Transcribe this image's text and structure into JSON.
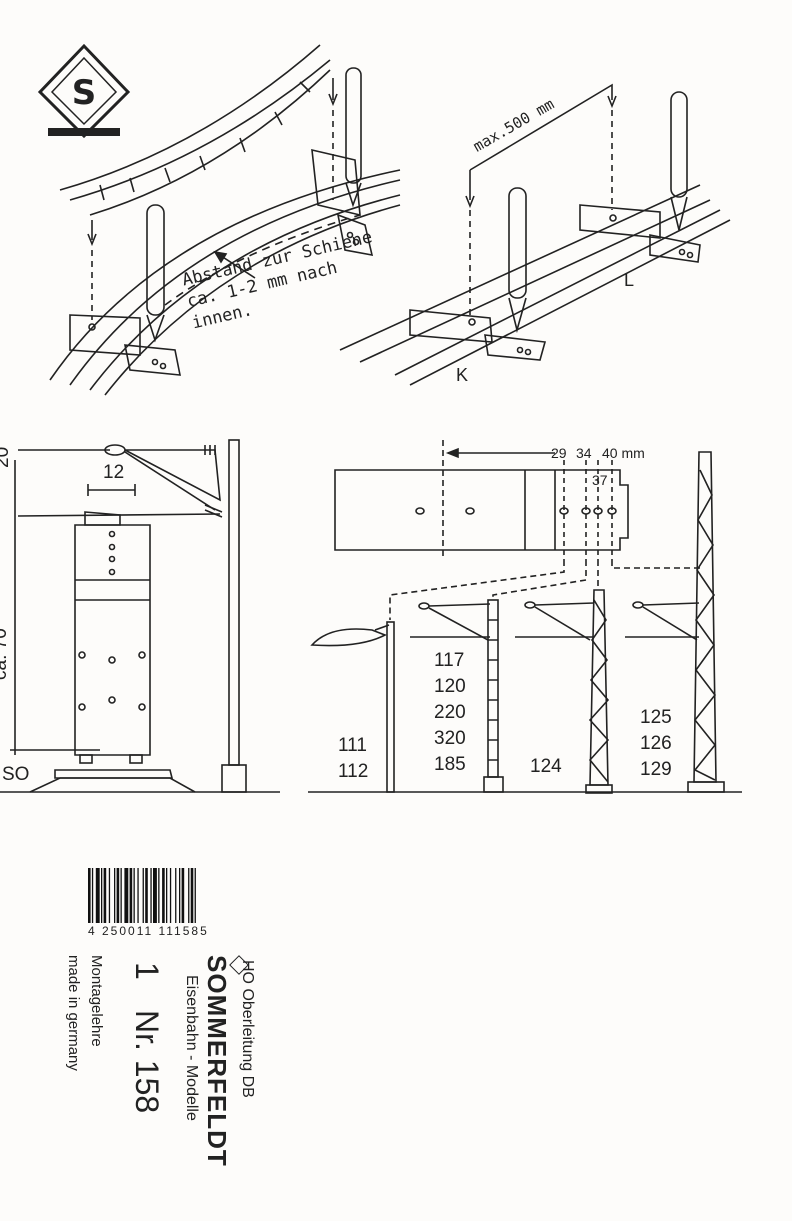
{
  "instructions": {
    "top_left_note": [
      "Abstand zur Schiene",
      "ca. 1-2 mm nach",
      "innen."
    ],
    "max_distance": "max.500 mm",
    "label_k": "K",
    "label_l": "L"
  },
  "dimensions_left": {
    "width": "12",
    "top": "20",
    "middle": "ca. 70",
    "bottom": "SO"
  },
  "dimensions_right": {
    "marks": [
      "29",
      "34",
      "40 mm"
    ],
    "mark_37": "37"
  },
  "part_numbers": {
    "lamp_mast": [
      "111",
      "112"
    ],
    "box_mast": [
      "117",
      "120",
      "220",
      "320",
      "185"
    ],
    "lattice_small": [
      "124"
    ],
    "lattice_tall": [
      "125",
      "126",
      "129"
    ]
  },
  "label": {
    "barcode_digits": "4 250011 111585",
    "brand": "SOMMERFELDT",
    "title": "HO Oberleitung DB",
    "subtitle": "Eisenbahn - Modelle",
    "quantity": "1",
    "product_number": "Nr. 158",
    "doc_type": "Montagelehre",
    "origin": "made in germany"
  }
}
